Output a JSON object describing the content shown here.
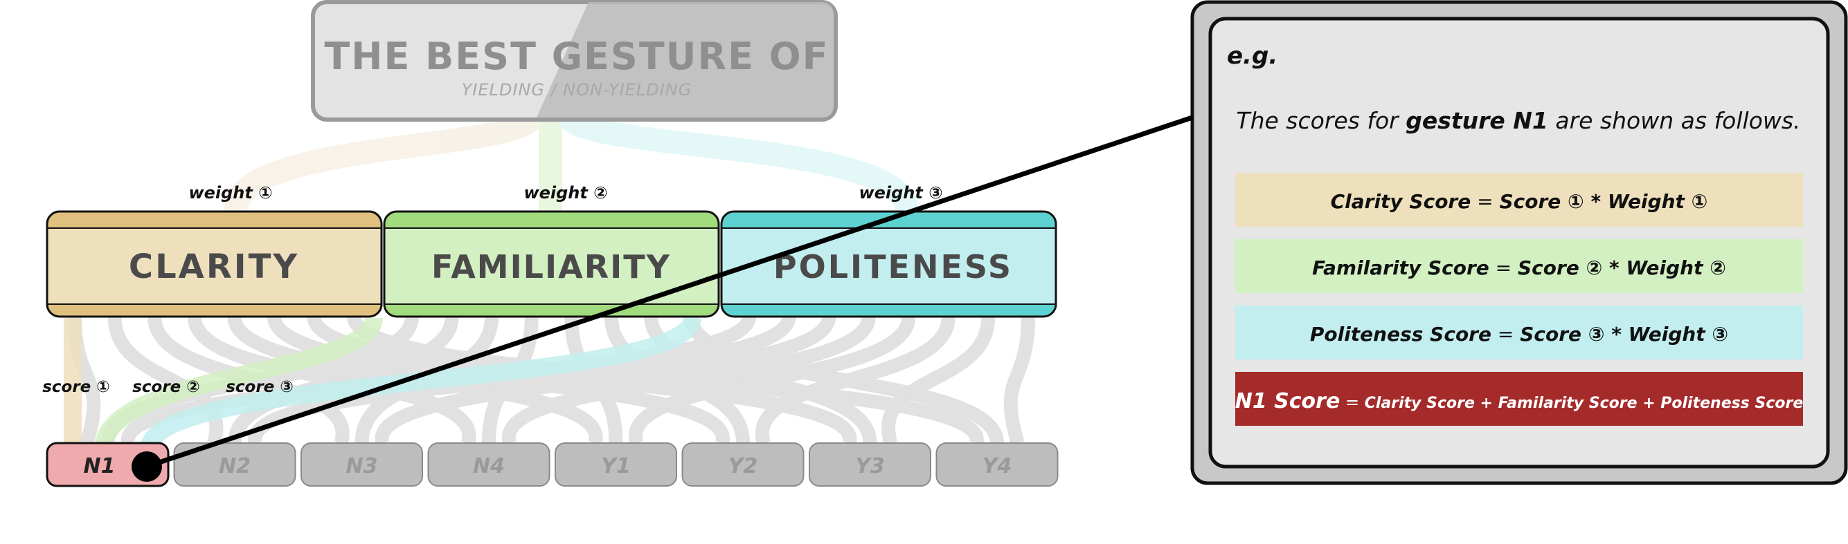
{
  "goal": {
    "title": "THE BEST GESTURE OF",
    "subtitle": "YIELDING / NON-YIELDING"
  },
  "weights": [
    "weight ①",
    "weight ②",
    "weight ③"
  ],
  "criteria": [
    {
      "label": "CLARITY",
      "color_top": "#dfc07e",
      "color_body": "#efe0bd"
    },
    {
      "label": "FAMILIARITY",
      "color_top": "#a1db7e",
      "color_body": "#d3f0c2"
    },
    {
      "label": "POLITENESS",
      "color_top": "#5ed1d1",
      "color_body": "#c2eeef"
    }
  ],
  "scores": [
    "score ①",
    "score ②",
    "score ③"
  ],
  "gestures": [
    "N1",
    "N2",
    "N3",
    "N4",
    "Y1",
    "Y2",
    "Y3",
    "Y4"
  ],
  "example": {
    "heading": "e.g.",
    "intro_pre": "The scores for ",
    "intro_bold": "gesture N1",
    "intro_post": " are shown as follows.",
    "rows": [
      {
        "term": "Clarity Score",
        "formula": "Score ① * Weight ①",
        "color": "#efe0bd"
      },
      {
        "term": "Familarity Score",
        "formula": "Score ② * Weight ②",
        "color": "#d3f0c2"
      },
      {
        "term": "Politeness Score",
        "formula": "Score ③ * Weight ③",
        "color": "#c2eeef"
      }
    ],
    "total": {
      "term": "N1 Score",
      "formula": "Clarity Score + Familarity Score + Politeness Score",
      "color": "#a52a2a"
    },
    "equals": "="
  },
  "colors": {
    "gray_link": "#dcdcdc",
    "goal_box": "#e3e3e3",
    "goal_text": "#8f8f8f",
    "gesture_gray": "#bdbdbd",
    "gesture_active": "#eeaaad",
    "panel_bg": "#e6e6e6",
    "panel_outer": "#c8c8c8"
  }
}
